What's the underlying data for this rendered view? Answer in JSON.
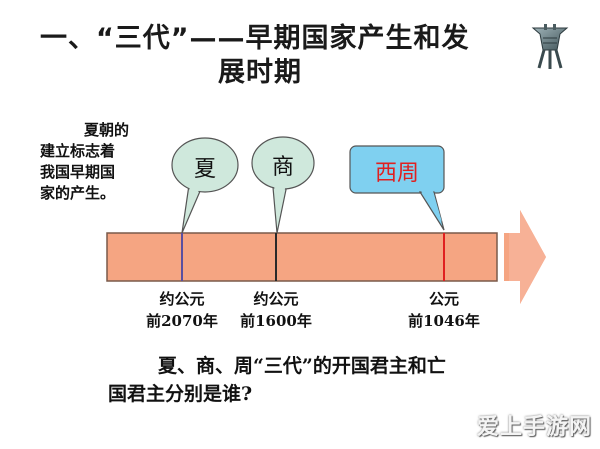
{
  "slide": {
    "title_line1": "一、“三代”——早期国家产生和发",
    "title_line2": "展时期",
    "note": {
      "line1": "夏朝的",
      "line2": "建立标志着",
      "line3": "我国早期国",
      "line4": "家的产生。"
    },
    "bubbles": [
      "夏",
      "商",
      "西周"
    ],
    "dates": [
      {
        "line1": "约公元",
        "line2": "前2070年"
      },
      {
        "line1": "约公元",
        "line2": "前1600年"
      },
      {
        "line1": "公元",
        "line2": "前1046年"
      }
    ],
    "question_line1": "夏、商、周“三代”的开国君主和亡",
    "question_line2": "国君主分别是谁?",
    "watermark": "爱上手游网",
    "icon": "bronze-vessel-icon",
    "colors": {
      "bar_fill": "#f5a582",
      "bar_border": "#7a5a4a",
      "marker_dark": "#5a4fa0",
      "marker_red": "#e02020",
      "bubble_fill": "#cfe8dc",
      "bubble_highlight_fill": "#7fd0f0",
      "highlight_text": "#e02020"
    }
  }
}
